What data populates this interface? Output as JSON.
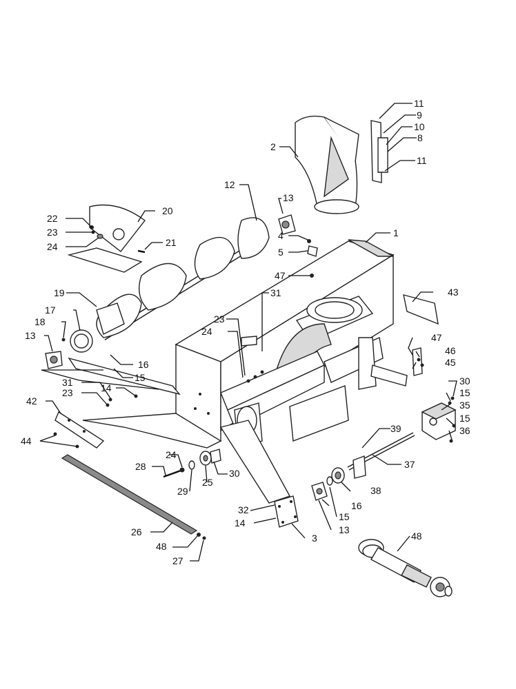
{
  "labels": {
    "l1": "1",
    "l2": "2",
    "l3": "3",
    "l4": "4",
    "l5": "5",
    "l8": "8",
    "l9": "9",
    "l10": "10",
    "l11a": "11",
    "l11b": "11",
    "l12": "12",
    "l13a": "13",
    "l13b": "13",
    "l13c": "13",
    "l14a": "14",
    "l14b": "14",
    "l15a": "15",
    "l15b": "15",
    "l15c": "15",
    "l15d": "15",
    "l16a": "16",
    "l16b": "16",
    "l17": "17",
    "l18": "18",
    "l19": "19",
    "l20": "20",
    "l21": "21",
    "l22": "22",
    "l23a": "23",
    "l23b": "23",
    "l23c": "23",
    "l24a": "24",
    "l24b": "24",
    "l24c": "24",
    "l25": "25",
    "l26": "26",
    "l27": "27",
    "l28": "28",
    "l29": "29",
    "l30a": "30",
    "l30b": "30",
    "l31a": "31",
    "l31b": "31",
    "l32": "32",
    "l35": "35",
    "l36": "36",
    "l37": "37",
    "l38": "38",
    "l39": "39",
    "l42": "42",
    "l43": "43",
    "l44": "44",
    "l45": "45",
    "l46": "46",
    "l47a": "47",
    "l47b": "47",
    "l48a": "48",
    "l48b": "48"
  }
}
